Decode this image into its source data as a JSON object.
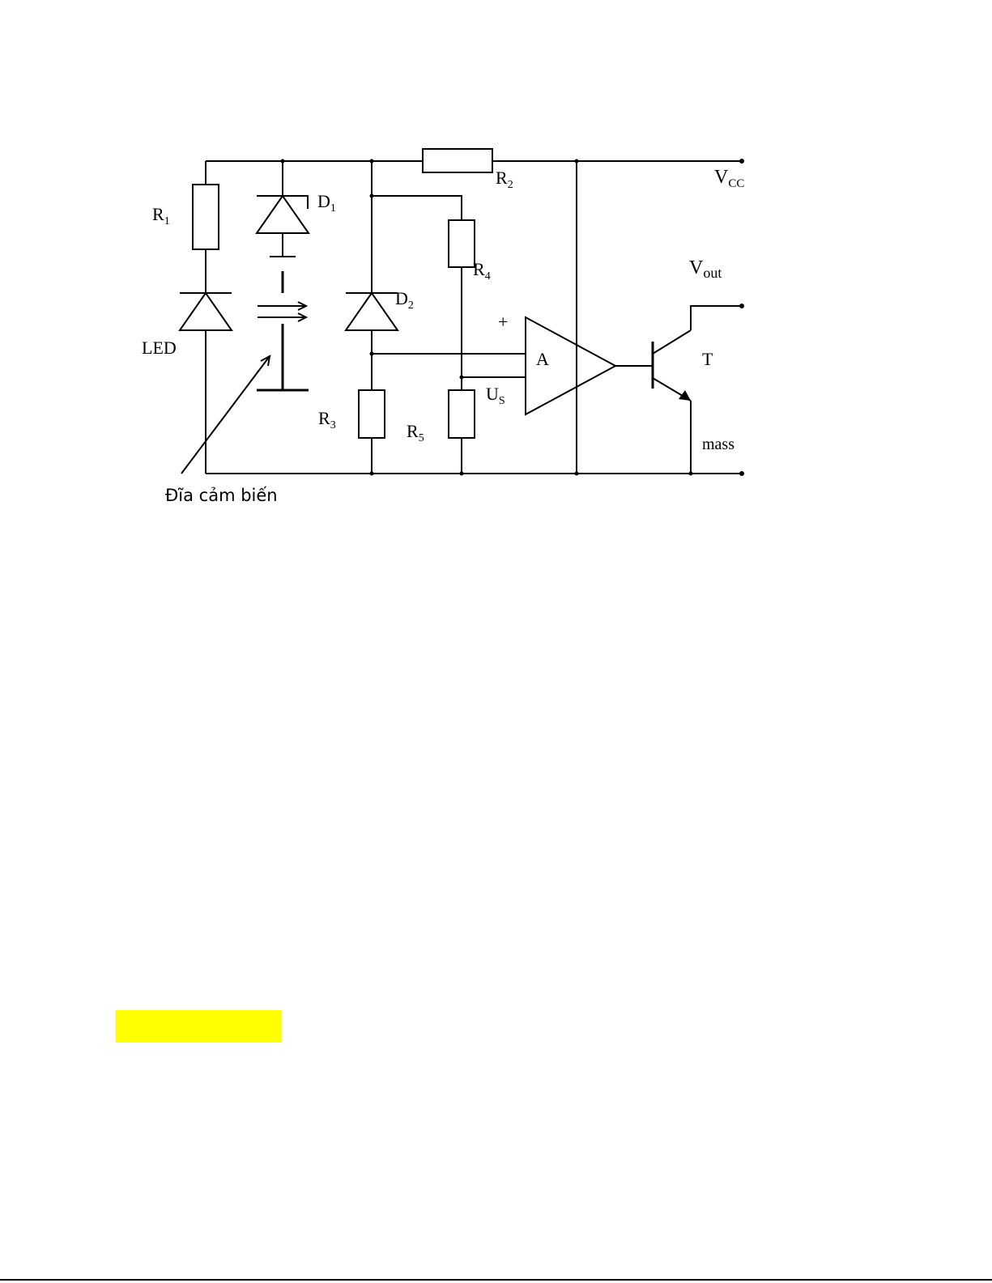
{
  "diagram": {
    "labels": {
      "r1": {
        "main": "R",
        "sub": "1"
      },
      "r2": {
        "main": "R",
        "sub": "2"
      },
      "r3": {
        "main": "R",
        "sub": "3"
      },
      "r4": {
        "main": "R",
        "sub": "4"
      },
      "r5": {
        "main": "R",
        "sub": "5"
      },
      "d1": {
        "main": "D",
        "sub": "1"
      },
      "d2": {
        "main": "D",
        "sub": "2"
      },
      "led": "LED",
      "vcc": {
        "main": "V",
        "sub": "CC"
      },
      "vout": {
        "main": "V",
        "sub": "out"
      },
      "us": {
        "main": "U",
        "sub": "S"
      },
      "opamp": "A",
      "plus": "+",
      "transistor": "T",
      "mass": "mass",
      "disk": "Đĩa cảm biến"
    }
  },
  "colors": {
    "highlight": "#ffff00",
    "line": "#000000"
  }
}
